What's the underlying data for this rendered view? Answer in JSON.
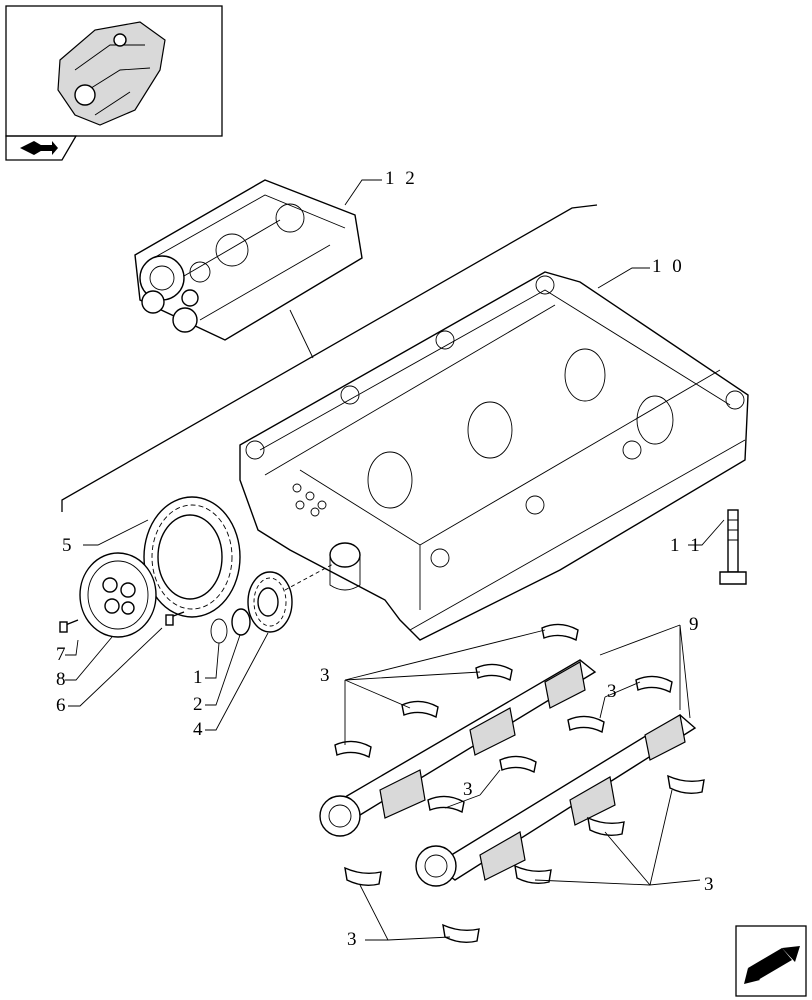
{
  "callouts": {
    "c12": "1 2",
    "c10": "1 0",
    "c11": "1 1",
    "c9": "9",
    "c5": "5",
    "c7": "7",
    "c8": "8",
    "c6": "6",
    "c1": "1",
    "c2": "2",
    "c4": "4",
    "c3a": "3",
    "c3b": "3",
    "c3c": "3",
    "c3d": "3",
    "c3e": "3"
  },
  "icons": {
    "thumbnail": "engine-thumbnail-icon",
    "book": "book-arrow-icon",
    "nav": "next-page-arrow-icon"
  }
}
